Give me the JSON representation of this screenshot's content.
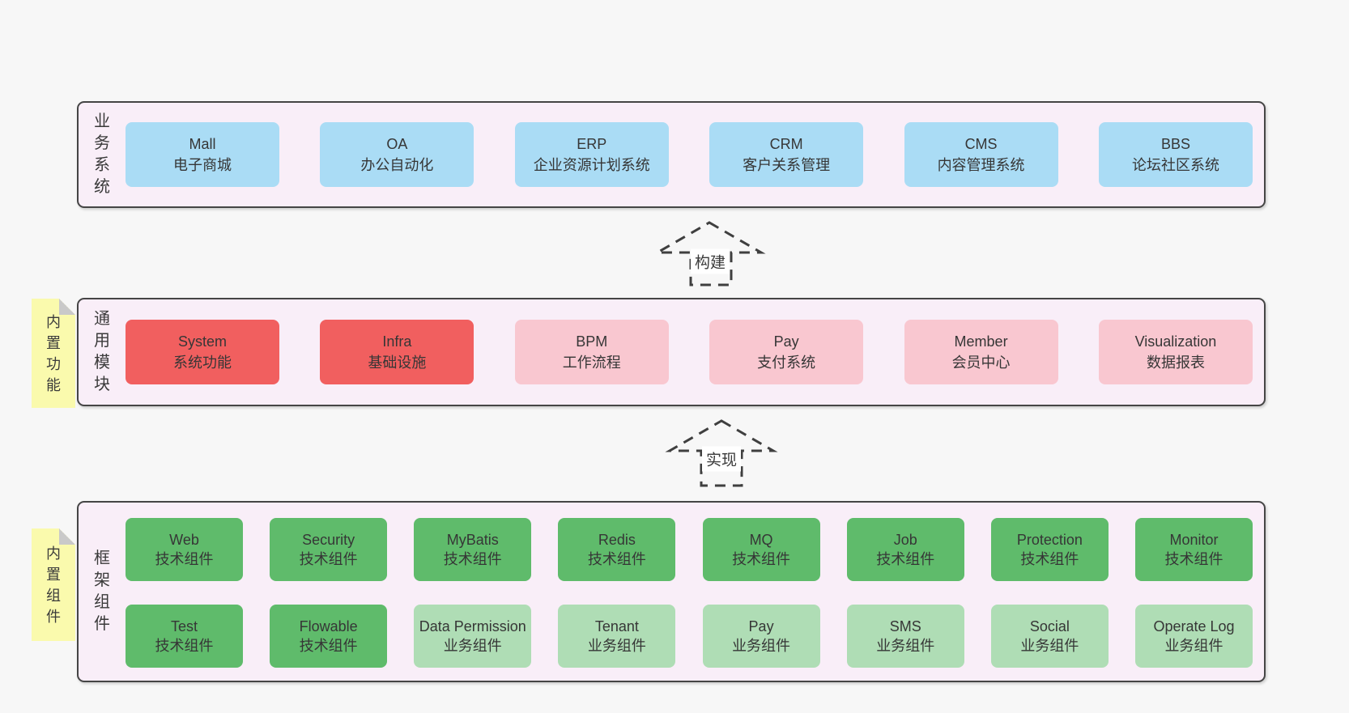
{
  "colors": {
    "page_bg": "#f7f7f7",
    "band_bg": "#f9eef8",
    "band_border": "#454545",
    "blue": "#aadcf5",
    "red": "#f15f5f",
    "pink": "#f9c7d0",
    "green_dark": "#5fbb6b",
    "green_light": "#afddb5",
    "note_yellow": "#fafaad",
    "note_fold_gray": "#c9c9c9",
    "text": "#3d3d3d"
  },
  "bands": {
    "business": {
      "label": "业务系统",
      "boxes": [
        {
          "name": "Mall",
          "desc": "电子商城",
          "variant": "blue"
        },
        {
          "name": "OA",
          "desc": "办公自动化",
          "variant": "blue"
        },
        {
          "name": "ERP",
          "desc": "企业资源计划系统",
          "variant": "blue"
        },
        {
          "name": "CRM",
          "desc": "客户关系管理",
          "variant": "blue"
        },
        {
          "name": "CMS",
          "desc": "内容管理系统",
          "variant": "blue"
        },
        {
          "name": "BBS",
          "desc": "论坛社区系统",
          "variant": "blue"
        }
      ]
    },
    "modules": {
      "label": "通用模块",
      "note": "内置功能",
      "boxes": [
        {
          "name": "System",
          "desc": "系统功能",
          "variant": "red"
        },
        {
          "name": "Infra",
          "desc": "基础设施",
          "variant": "red"
        },
        {
          "name": "BPM",
          "desc": "工作流程",
          "variant": "pink"
        },
        {
          "name": "Pay",
          "desc": "支付系统",
          "variant": "pink"
        },
        {
          "name": "Member",
          "desc": "会员中心",
          "variant": "pink"
        },
        {
          "name": "Visualization",
          "desc": "数据报表",
          "variant": "pink"
        }
      ]
    },
    "framework": {
      "label": "框架组件",
      "note": "内置组件",
      "row1": [
        {
          "name": "Web",
          "desc": "技术组件",
          "variant": "green"
        },
        {
          "name": "Security",
          "desc": "技术组件",
          "variant": "green"
        },
        {
          "name": "MyBatis",
          "desc": "技术组件",
          "variant": "green"
        },
        {
          "name": "Redis",
          "desc": "技术组件",
          "variant": "green"
        },
        {
          "name": "MQ",
          "desc": "技术组件",
          "variant": "green"
        },
        {
          "name": "Job",
          "desc": "技术组件",
          "variant": "green"
        },
        {
          "name": "Protection",
          "desc": "技术组件",
          "variant": "green"
        },
        {
          "name": "Monitor",
          "desc": "技术组件",
          "variant": "green"
        }
      ],
      "row2": [
        {
          "name": "Test",
          "desc": "技术组件",
          "variant": "green"
        },
        {
          "name": "Flowable",
          "desc": "技术组件",
          "variant": "green"
        },
        {
          "name": "Data Permission",
          "desc": "业务组件",
          "variant": "lightgreen"
        },
        {
          "name": "Tenant",
          "desc": "业务组件",
          "variant": "lightgreen"
        },
        {
          "name": "Pay",
          "desc": "业务组件",
          "variant": "lightgreen"
        },
        {
          "name": "SMS",
          "desc": "业务组件",
          "variant": "lightgreen"
        },
        {
          "name": "Social",
          "desc": "业务组件",
          "variant": "lightgreen"
        },
        {
          "name": "Operate Log",
          "desc": "业务组件",
          "variant": "lightgreen"
        }
      ]
    }
  },
  "arrows": {
    "build": {
      "label": "构建"
    },
    "implement": {
      "label": "实现"
    }
  }
}
